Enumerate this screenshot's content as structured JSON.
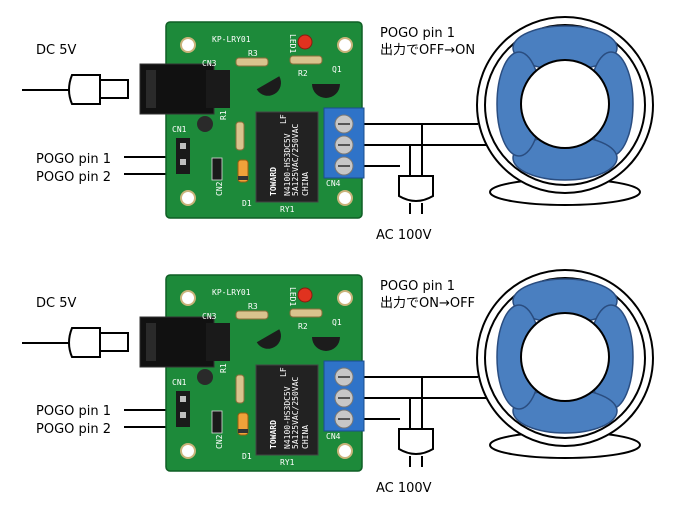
{
  "panels": [
    {
      "dc_label": "DC 5V",
      "pogo_title": "POGO pin 1",
      "pogo_action": "出力でOFF→ON",
      "pin1_label": "POGO pin 1",
      "pin2_label": "POGO pin 2",
      "ac_label": "AC 100V"
    },
    {
      "dc_label": "DC 5V",
      "pogo_title": "POGO pin 1",
      "pogo_action": "出力でON→OFF",
      "pin1_label": "POGO pin 1",
      "pin2_label": "POGO pin 2",
      "ac_label": "AC 100V"
    }
  ],
  "board": {
    "name": "KP-LRY01",
    "led_label": "LED1",
    "relay_brand": "TOWARD",
    "relay_lf": "LF",
    "relay_model": "N4100-HS3DC5V",
    "relay_rating1": "5A125VAC/250VAC",
    "relay_rating2": "CHINA",
    "relay_ref": "RY1",
    "connector_cn3": "CN3",
    "connector_cn1": "CN1",
    "connector_cn2": "CN2",
    "connector_cn4": "CN4",
    "r1": "R1",
    "r2": "R2",
    "r3": "R3",
    "d1": "D1",
    "q1": "Q1"
  },
  "colors": {
    "pcb": "#1d8a3a",
    "fan_blade": "#4a7fc0",
    "terminal": "#2f73c8"
  }
}
